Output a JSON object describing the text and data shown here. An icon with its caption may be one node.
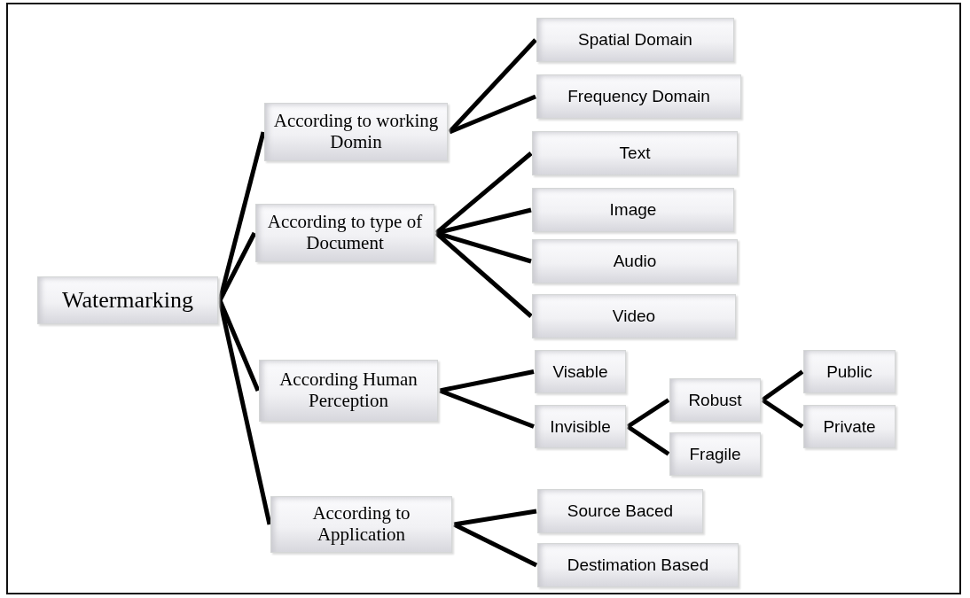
{
  "diagram": {
    "nodes": [
      {
        "text": [
          "Watermarking"
        ]
      },
      {
        "text": [
          "According to working Domin"
        ]
      },
      {
        "text": [
          "According to type of Document"
        ]
      },
      {
        "text": [
          "According Human Perception"
        ]
      },
      {
        "text": [
          "According to Application"
        ]
      },
      {
        "text": [
          "Spatial Domain"
        ]
      },
      {
        "text": [
          "Frequency Domain"
        ]
      },
      {
        "text": [
          "Text"
        ]
      },
      {
        "text": [
          "Image"
        ]
      },
      {
        "text": [
          "Audio"
        ]
      },
      {
        "text": [
          "Video"
        ]
      },
      {
        "text": [
          "Visable"
        ]
      },
      {
        "text": [
          "Invisible"
        ]
      },
      {
        "text": [
          "Robust"
        ]
      },
      {
        "text": [
          "Fragile"
        ]
      },
      {
        "text": [
          "Public"
        ]
      },
      {
        "text": [
          "Private"
        ]
      },
      {
        "text": [
          "Source Baced"
        ]
      },
      {
        "text": [
          "Destimation Based"
        ]
      }
    ],
    "edges": [
      {
        "from": 0,
        "to": 1,
        "arrow": "none"
      },
      {
        "from": 0,
        "to": 2,
        "arrow": "none"
      },
      {
        "from": 0,
        "to": 3,
        "arrow": "none"
      },
      {
        "from": 0,
        "to": 4,
        "arrow": "none"
      },
      {
        "from": 1,
        "to": 5,
        "arrow": "none"
      },
      {
        "from": 1,
        "to": 6,
        "arrow": "none"
      },
      {
        "from": 2,
        "to": 7,
        "arrow": "none"
      },
      {
        "from": 2,
        "to": 8,
        "arrow": "none"
      },
      {
        "from": 2,
        "to": 9,
        "arrow": "none"
      },
      {
        "from": 2,
        "to": 10,
        "arrow": "none"
      },
      {
        "from": 3,
        "to": 11,
        "arrow": "none"
      },
      {
        "from": 3,
        "to": 12,
        "arrow": "none"
      },
      {
        "from": 12,
        "to": 13,
        "arrow": "none"
      },
      {
        "from": 12,
        "to": 14,
        "arrow": "none"
      },
      {
        "from": 13,
        "to": 15,
        "arrow": "none"
      },
      {
        "from": 13,
        "to": 16,
        "arrow": "none"
      },
      {
        "from": 4,
        "to": 17,
        "arrow": "none"
      },
      {
        "from": 4,
        "to": 18,
        "arrow": "none"
      }
    ]
  }
}
